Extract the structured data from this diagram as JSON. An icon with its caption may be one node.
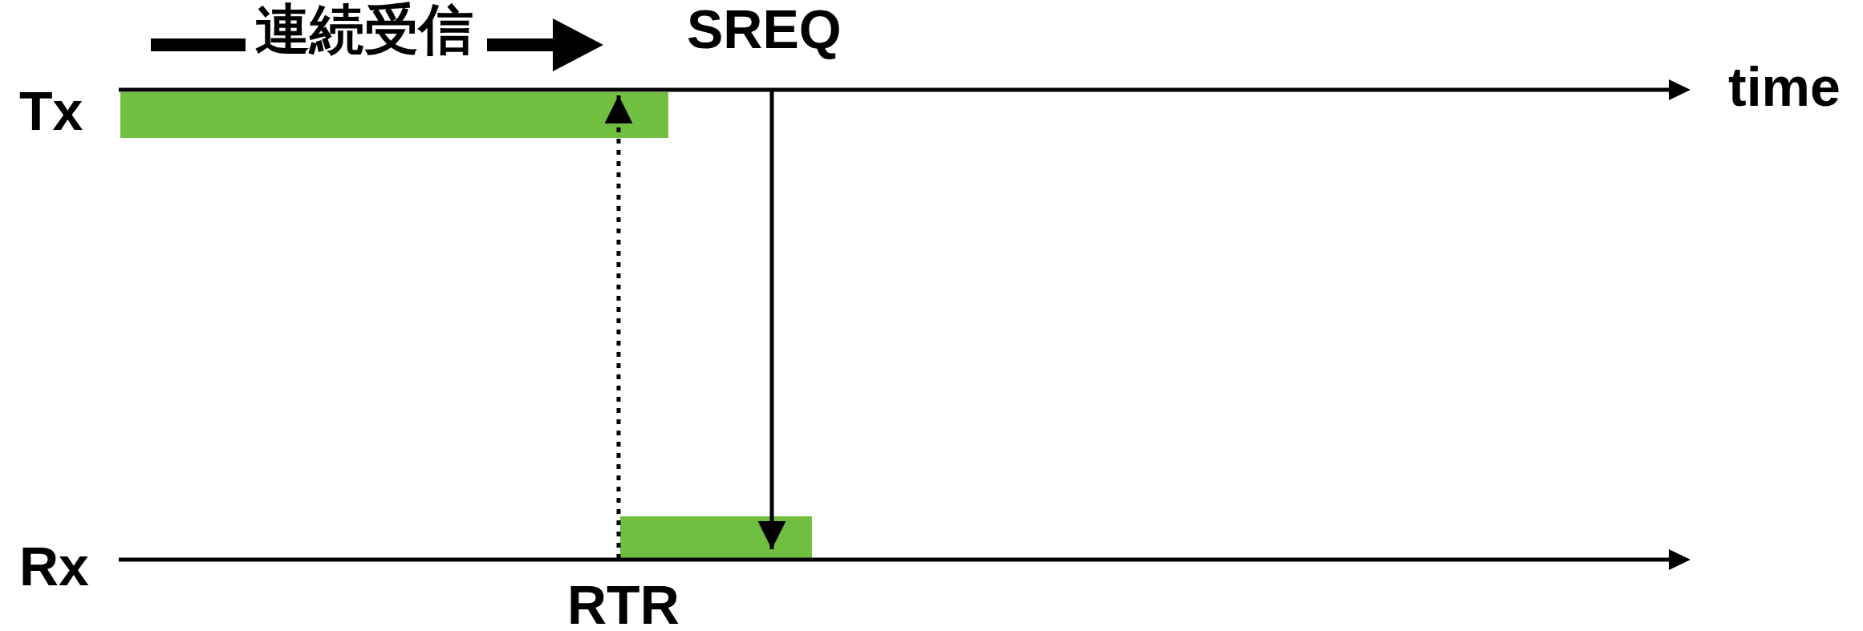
{
  "diagram": {
    "nodes": [
      {
        "text": [],
        "shape": "bar"
      },
      {
        "text": [],
        "shape": "bar"
      }
    ],
    "edges": [
      {
        "from": 1,
        "to": 0,
        "arrow": "to",
        "style": "dashed"
      },
      {
        "from": null,
        "to": 1,
        "arrow": "to"
      }
    ],
    "labels": [
      "連続受信",
      "SREQ",
      "Tx",
      "time",
      "Rx",
      "RTR"
    ]
  }
}
